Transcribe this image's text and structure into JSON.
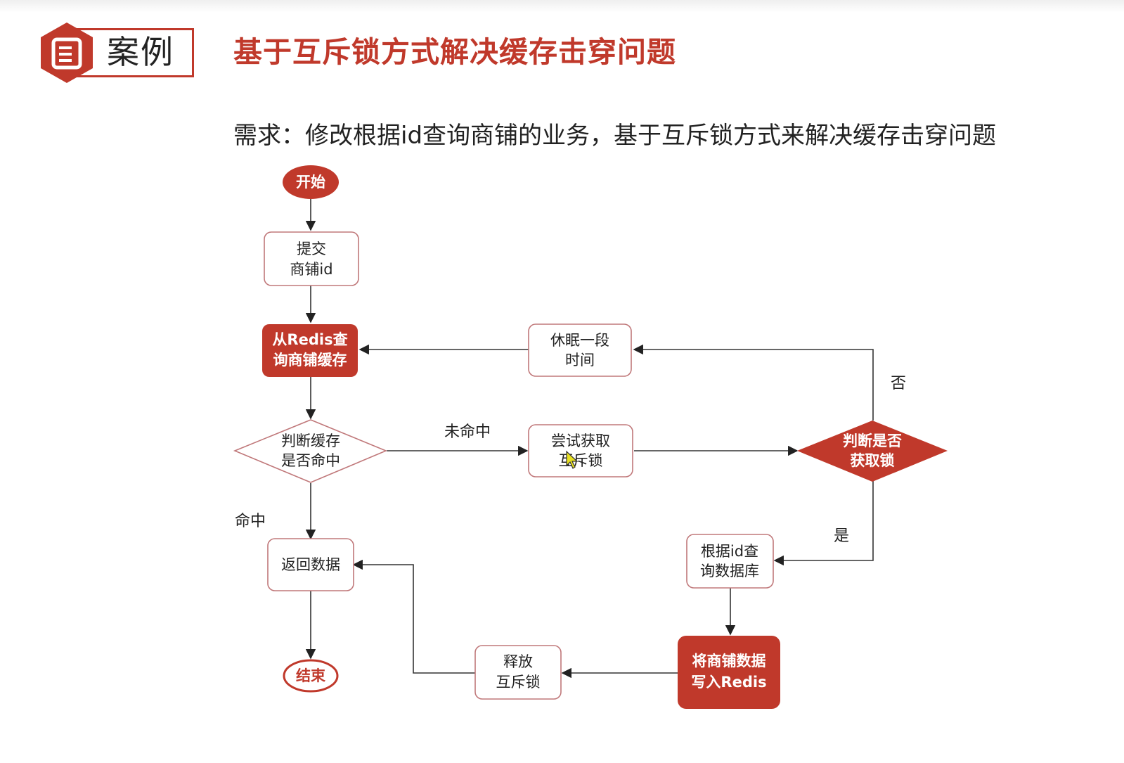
{
  "header": {
    "badge_label": "案例",
    "title": "基于互斥锁方式解决缓存击穿问题"
  },
  "requirement": "需求：修改根据id查询商铺的业务，基于互斥锁方式来解决缓存击穿问题",
  "colors": {
    "accent": "#c0392b",
    "node_border": "#c0787a",
    "text": "#222222"
  },
  "icons": {
    "badge": "document-icon",
    "cursor": "mouse-cursor-icon"
  },
  "flow": {
    "start": "开始",
    "submit": [
      "提交",
      "商铺id"
    ],
    "query_redis": [
      "从Redis查",
      "询商铺缓存"
    ],
    "check_cache": [
      "判断缓存",
      "是否命中"
    ],
    "try_lock": [
      "尝试获取",
      "互斥锁"
    ],
    "check_lock": [
      "判断是否",
      "获取锁"
    ],
    "sleep": [
      "休眠一段",
      "时间"
    ],
    "query_db": [
      "根据id查",
      "询数据库"
    ],
    "write_redis": [
      "将商铺数据",
      "写入Redis"
    ],
    "release_lock": [
      "释放",
      "互斥锁"
    ],
    "return_data": "返回数据",
    "end": "结束"
  },
  "edges": {
    "miss": "未命中",
    "hit": "命中",
    "no": "否",
    "yes": "是"
  }
}
